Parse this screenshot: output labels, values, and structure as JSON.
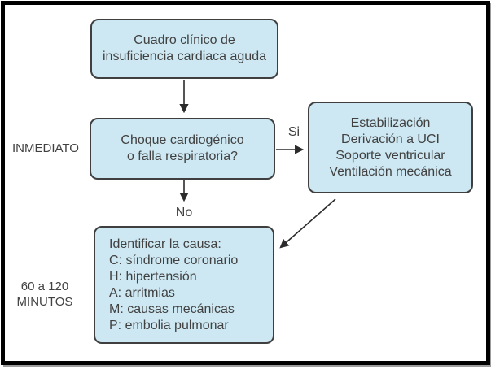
{
  "diagram": {
    "nodes": {
      "clinical": {
        "text": "Cuadro clínico de\ninsuficiencia cardiaca aguda"
      },
      "decision": {
        "text": "Choque cardiogénico\no falla respiratoria?"
      },
      "stabilization": {
        "text": "Estabilización\nDerivación a UCI\nSoporte ventricular\nVentilación mecánica"
      },
      "cause": {
        "text": "Identificar la causa:\nC: síndrome coronario\nH: hipertensión\nA: arritmias\nM: causas mecánicas\nP: embolia pulmonar"
      }
    },
    "labels": {
      "immediate": "INMEDIATO",
      "minutes": "60 a 120\nMINUTOS",
      "yes": "Si",
      "no": "No"
    },
    "colors": {
      "box_fill": "#cde8f2",
      "box_border": "#3f3f3f",
      "text": "#414141",
      "arrow": "#2b2b2b",
      "frame": "#000000"
    }
  }
}
